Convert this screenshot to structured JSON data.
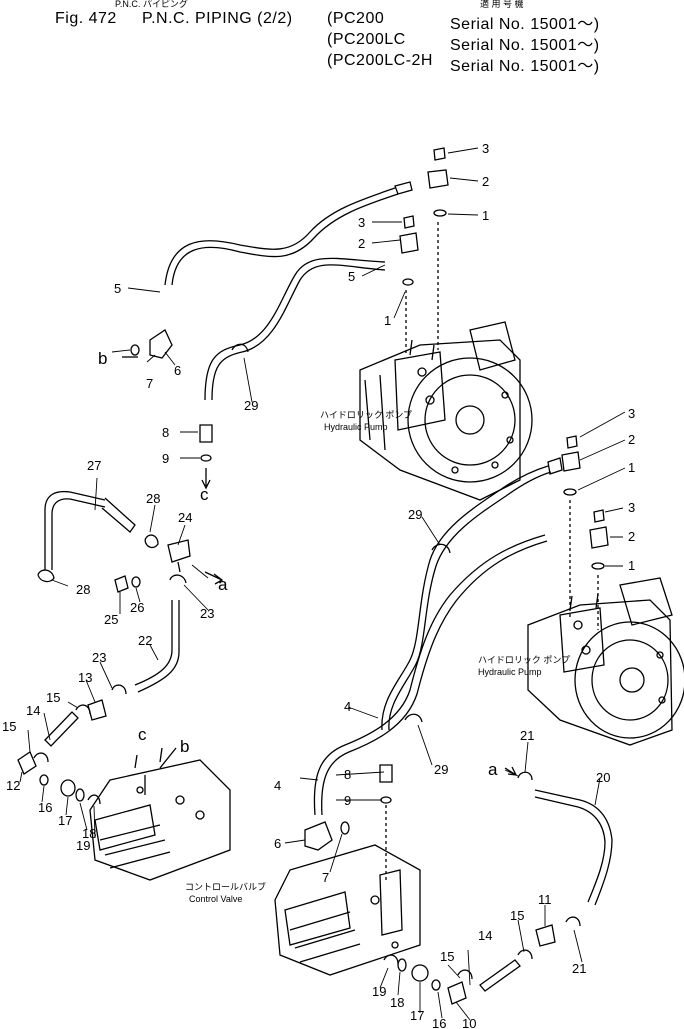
{
  "header": {
    "jp_top": "P.N.C. パイピング",
    "fig_label": "Fig. 472",
    "title": "P.N.C. PIPING (2/2)",
    "jp_serial_head": "適 用 号 機",
    "models": [
      {
        "model": "(PC200",
        "serial": "Serial No. 15001～)"
      },
      {
        "model": "(PC200LC",
        "serial": "Serial No. 15001～)"
      },
      {
        "model": "(PC200LC-2H",
        "serial": "Serial No. 15001～)"
      }
    ]
  },
  "captions": {
    "pump1_jp": "ハイドロリック ポンプ",
    "pump1_en": "Hydraulic Pump",
    "pump2_jp": "ハイドロリック ポンプ",
    "pump2_en": "Hydraulic Pump",
    "cv1_jp": "コントロールバルブ",
    "cv1_en": "Control Valve"
  },
  "part_numbers": {
    "p1": "1",
    "p2": "2",
    "p3": "3",
    "p4": "4",
    "p5": "5",
    "p6": "6",
    "p7": "7",
    "p8": "8",
    "p9": "9",
    "p10": "10",
    "p11": "11",
    "p12": "12",
    "p13": "13",
    "p14": "14",
    "p15": "15",
    "p16": "16",
    "p17": "17",
    "p18": "18",
    "p19": "19",
    "p20": "20",
    "p21": "21",
    "p22": "22",
    "p23": "23",
    "p24": "24",
    "p25": "25",
    "p26": "26",
    "p27": "27",
    "p28": "28",
    "p29": "29"
  },
  "connection_letters": {
    "a": "a",
    "b": "b",
    "c": "c"
  },
  "colors": {
    "ink": "#000000",
    "paper": "#ffffff"
  }
}
